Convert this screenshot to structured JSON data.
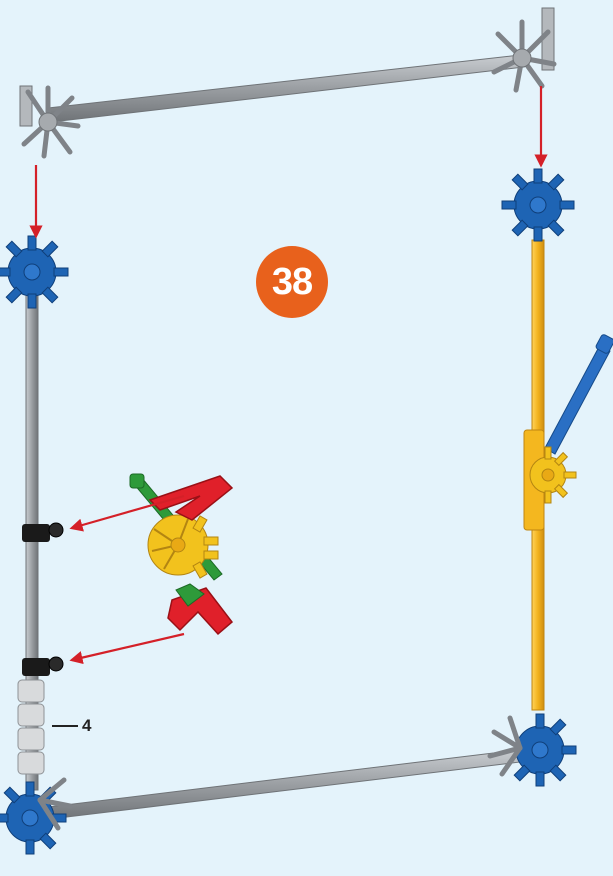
{
  "step": {
    "number": "38"
  },
  "callouts": {
    "spacer_quantity": "4"
  },
  "colors": {
    "background": "#e4f3fb",
    "badge": "#e8611c",
    "rod_gray": "#9a9ea2",
    "rod_yellow": "#f2b21d",
    "connector_blue": "#1e64b4",
    "connector_gray": "#b4b8bc",
    "connector_red": "#e0202a",
    "connector_yellow": "#f2c21d",
    "connector_green": "#2e9a3a",
    "arrow_red": "#d42028",
    "clip_black": "#1a1a1a",
    "spacer_white": "#d8dadc"
  },
  "icons": {
    "badge": "step-number-badge",
    "arrows": "placement-arrow-icon",
    "connectors": "snowflake-connector-icon"
  }
}
